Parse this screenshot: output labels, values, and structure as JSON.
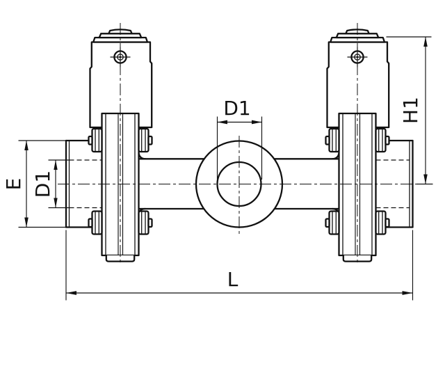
{
  "drawing": {
    "background_color": "#ffffff",
    "line_color": "#111111",
    "labels": {
      "d1_top": "D1",
      "e_left": "E",
      "d1_left": "D1",
      "h1_right": "H1",
      "l_bottom": "L"
    }
  }
}
